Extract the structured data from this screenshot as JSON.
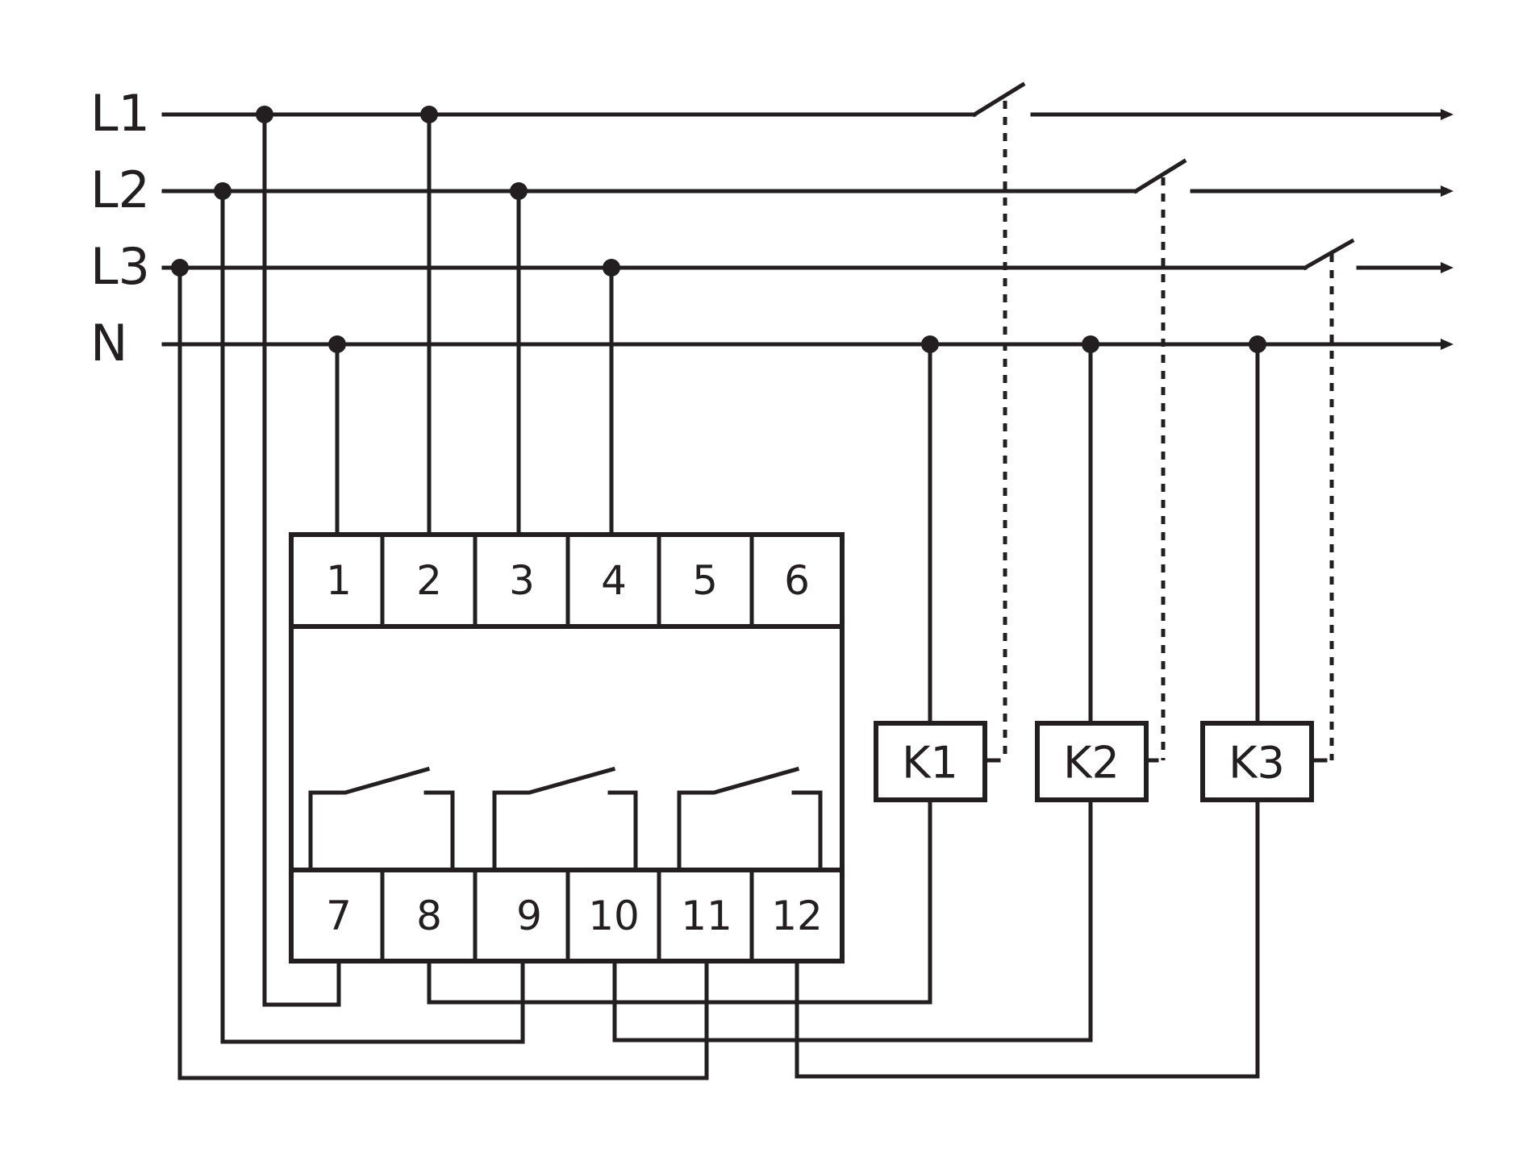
{
  "buses": [
    {
      "id": "L1",
      "label": "L1"
    },
    {
      "id": "L2",
      "label": "L2"
    },
    {
      "id": "L3",
      "label": "L3"
    },
    {
      "id": "N",
      "label": "N"
    }
  ],
  "device": {
    "top_terminals": [
      "1",
      "2",
      "3",
      "4",
      "5",
      "6"
    ],
    "bottom_terminals": [
      "7",
      "8",
      "9",
      "10",
      "11",
      "12"
    ],
    "contact_count": 3
  },
  "contactors": [
    {
      "id": "K1",
      "label": "K1",
      "switches_bus": "L1"
    },
    {
      "id": "K2",
      "label": "K2",
      "switches_bus": "L2"
    },
    {
      "id": "K3",
      "label": "K3",
      "switches_bus": "L3"
    }
  ],
  "connections": [
    {
      "terminal": "1",
      "to": "N"
    },
    {
      "terminal": "2",
      "to": "L1"
    },
    {
      "terminal": "3",
      "to": "L2"
    },
    {
      "terminal": "4",
      "to": "L3"
    },
    {
      "terminal": "7",
      "to": "L1"
    },
    {
      "terminal": "8",
      "to": "K1"
    },
    {
      "terminal": "9",
      "to": "L2"
    },
    {
      "terminal": "10",
      "to": "K2"
    },
    {
      "terminal": "11",
      "to": "L3"
    },
    {
      "terminal": "12",
      "to": "K3"
    },
    {
      "terminal": "K1",
      "to": "N"
    },
    {
      "terminal": "K2",
      "to": "N"
    },
    {
      "terminal": "K3",
      "to": "N"
    }
  ],
  "colors": {
    "line": "#231f20",
    "background": "#ffffff"
  }
}
